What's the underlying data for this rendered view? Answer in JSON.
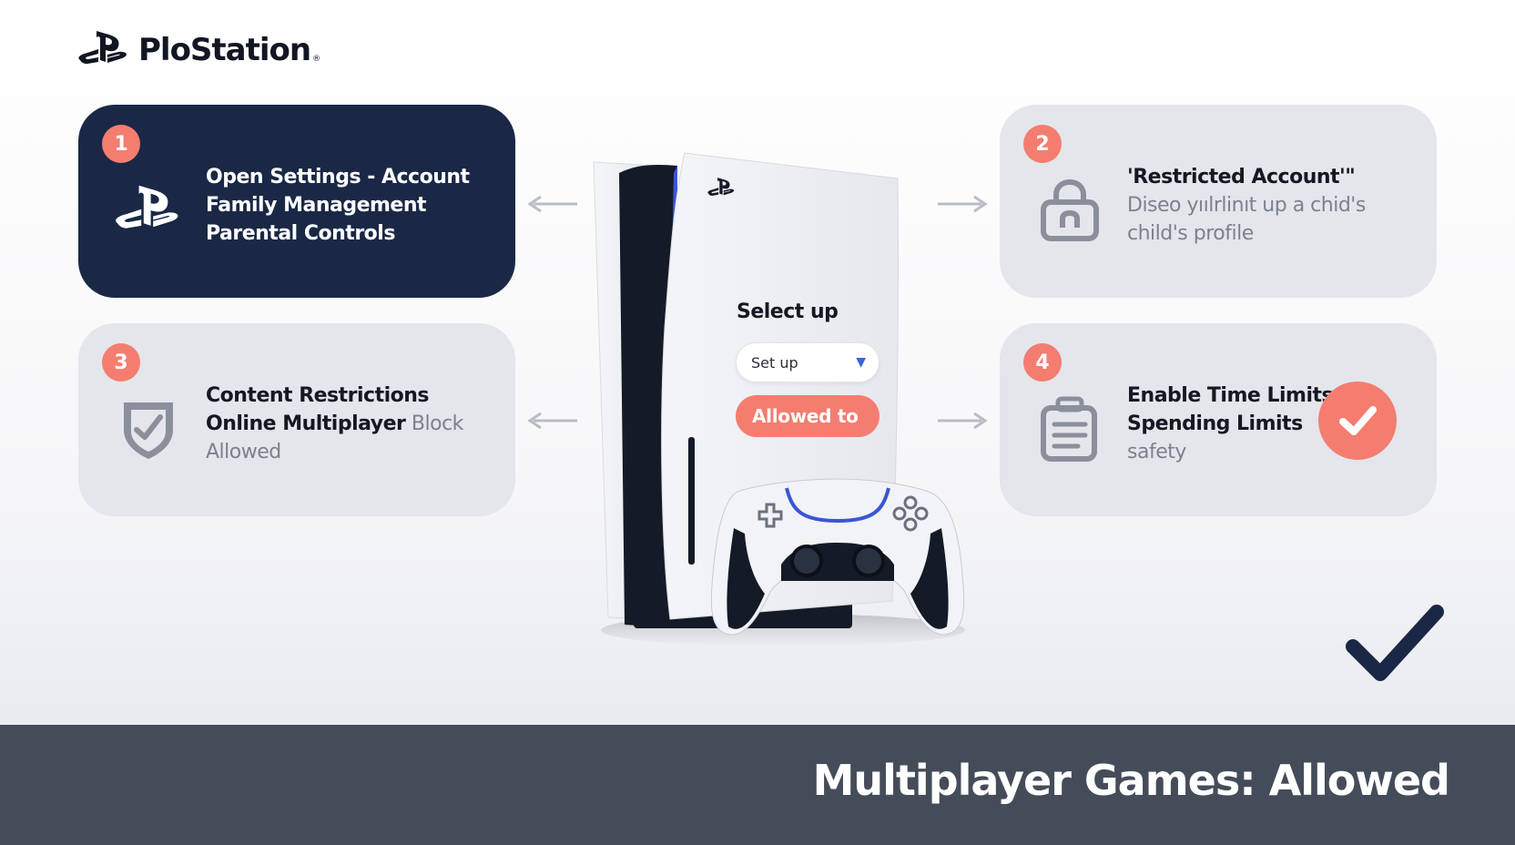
{
  "brand": {
    "name": "PloStation",
    "reg_mark": "®",
    "logo_icon": "playstation-logo-icon"
  },
  "steps": [
    {
      "number": "1",
      "icon": "playstation-logo-icon",
      "lines": [
        {
          "bold": "Open Settings - Account",
          "rest": ""
        },
        {
          "bold": "Family Management",
          "rest": ""
        },
        {
          "bold": "Parental Controls",
          "rest": ""
        }
      ]
    },
    {
      "number": "2",
      "icon": "lock-icon",
      "lines": [
        {
          "bold": "'Restricted Account'\"",
          "rest": ""
        },
        {
          "bold": "",
          "rest": "Diseo yıılrlinıt up a chid's"
        },
        {
          "bold": "",
          "rest": "child's profile"
        }
      ]
    },
    {
      "number": "3",
      "icon": "shield-check-icon",
      "lines": [
        {
          "bold": "Content Restrictions",
          "rest": ""
        },
        {
          "bold": "Online Multiplayer",
          "rest": " Block"
        },
        {
          "bold": "",
          "rest": "Allowed"
        }
      ]
    },
    {
      "number": "4",
      "icon": "clipboard-list-icon",
      "lines": [
        {
          "bold": "Enable Time Limits",
          "rest": ""
        },
        {
          "bold": "Spending Limits",
          "rest": ""
        },
        {
          "bold": "",
          "rest": "safety"
        }
      ]
    }
  ],
  "console_ui": {
    "title": "Select up",
    "select_value": "Set up",
    "button_label": "Allowed to"
  },
  "footer": {
    "text": "Multiplayer Games: Allowed"
  },
  "colors": {
    "navy": "#1a2846",
    "coral": "#f47d70",
    "card_gray": "#e4e6ec",
    "footer": "#454c59",
    "accent_blue": "#3a66d6"
  }
}
